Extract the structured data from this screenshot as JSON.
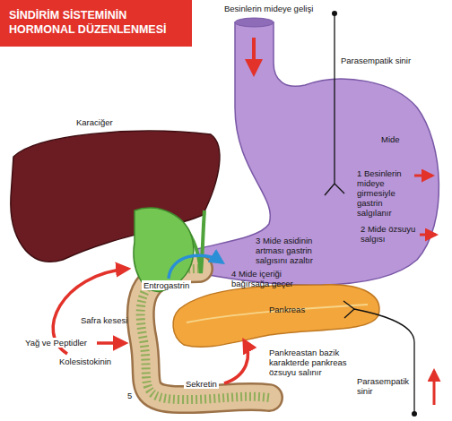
{
  "diagram": {
    "title": "SİNDİRİM SİSTEMİNİN HORMONAL DÜZENLENMESİ",
    "labels": [
      "Besinlerin mideye gelişi",
      "Parasempatik sinir",
      "Karaciğer",
      "Mide",
      "1 Besinlerin mideye girmesiyle gastrin salgılanır",
      "2 Mide özsuyu salgısı",
      "3 Mide asidinin artması gastrin salgısını azaltır",
      "4 Mide içeriği bağırsağa geçer",
      "Entrogastrin",
      "Safra kesesi",
      "Pankreas",
      "Pankreastan bazik karakterde pankreas özsuyu salınır",
      "Yağ ve Peptidler",
      "Parasempatik sinir",
      "Kolesistokinin",
      "5",
      "Sekretin"
    ]
  }
}
